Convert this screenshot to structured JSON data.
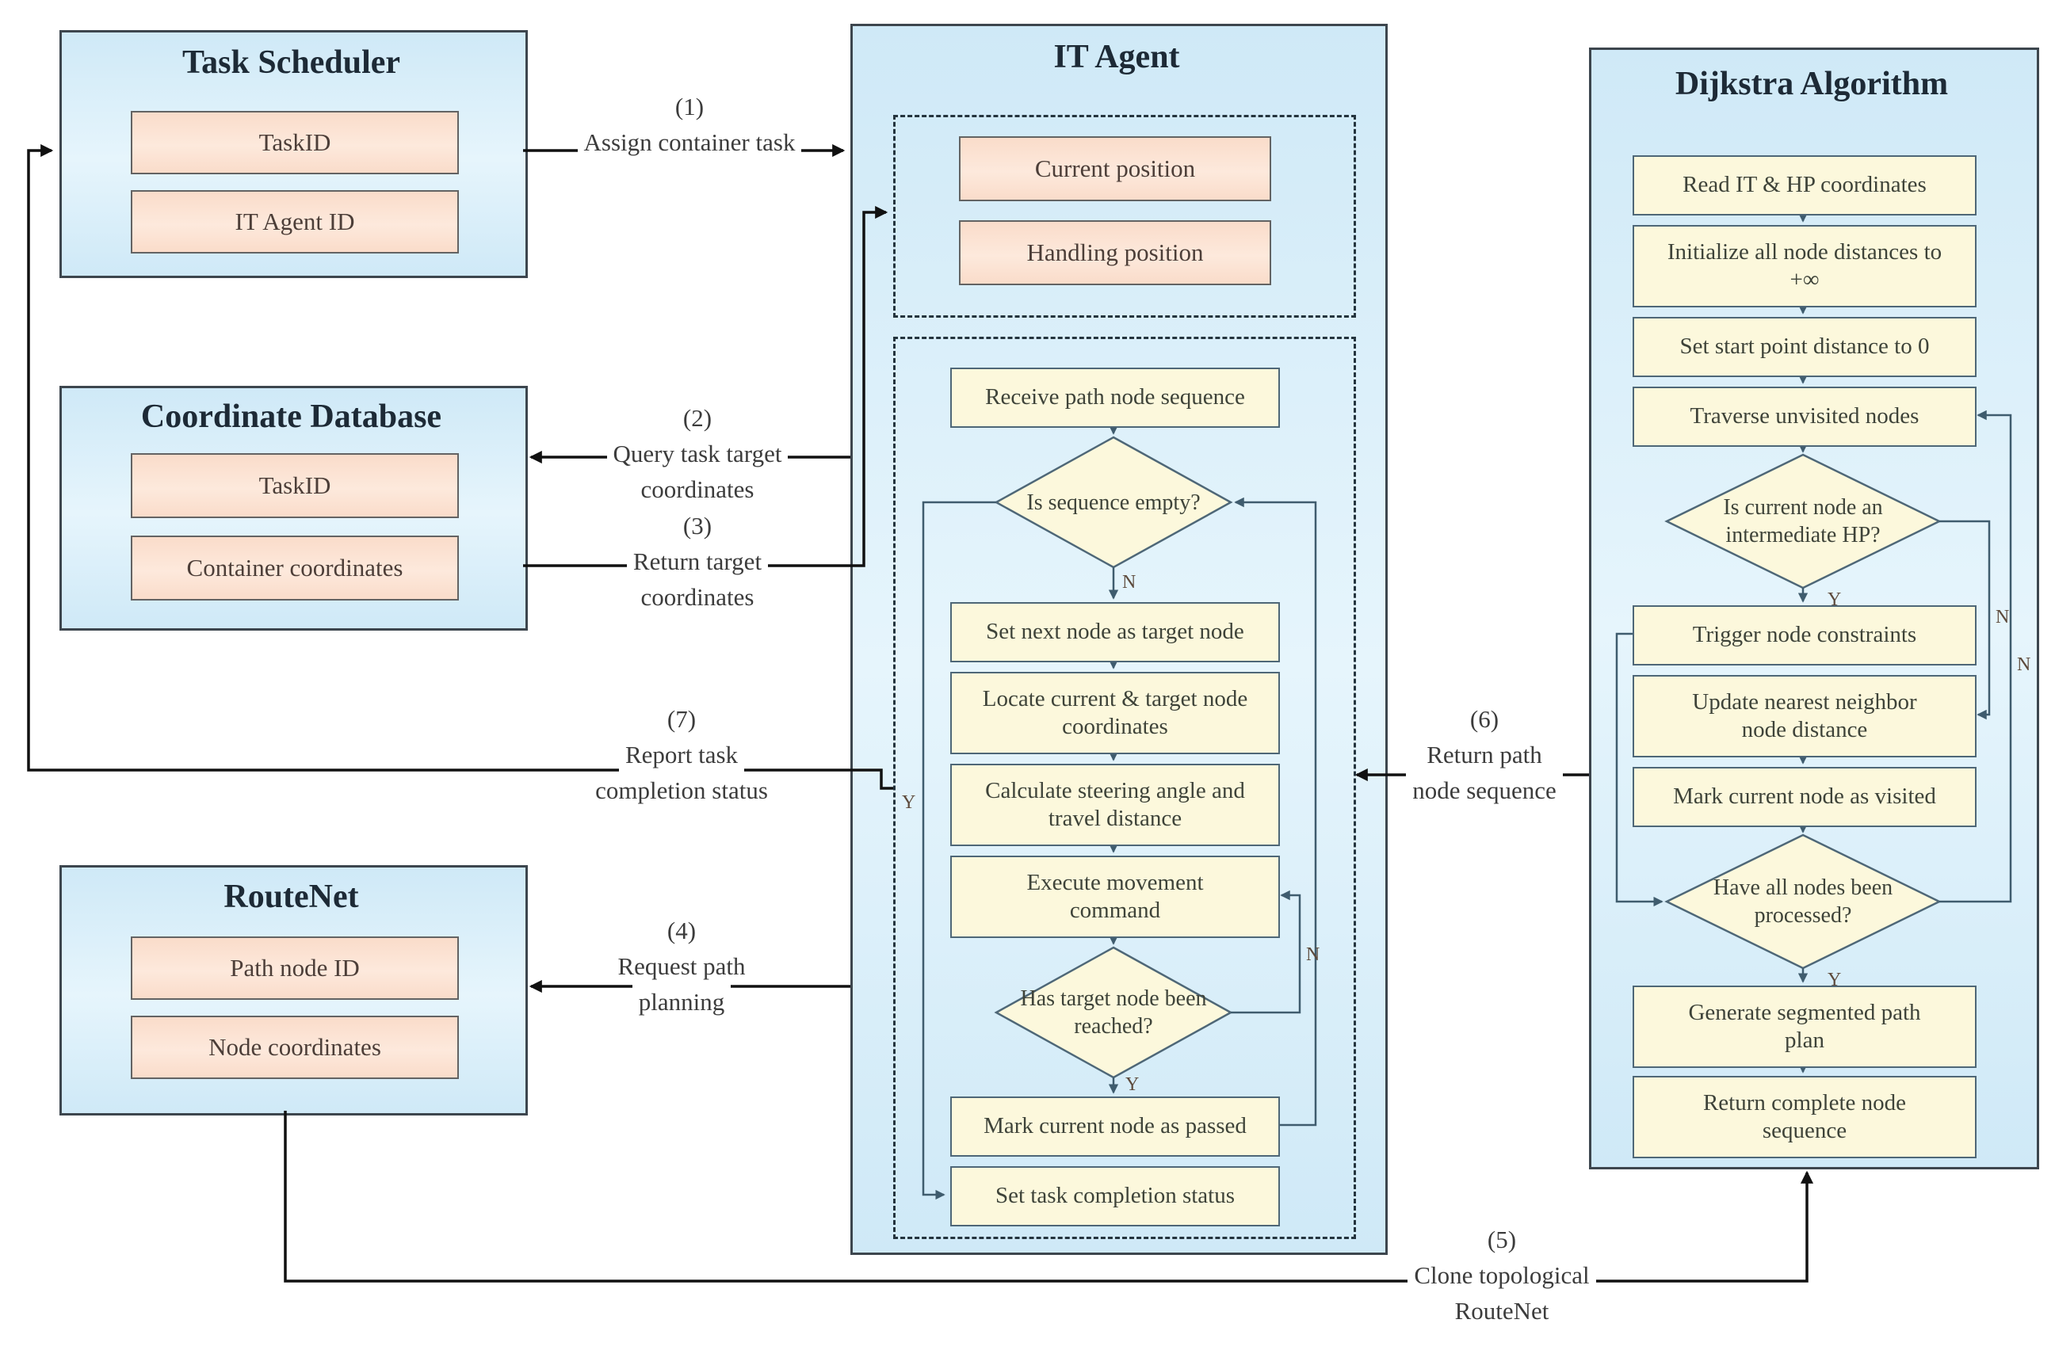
{
  "colors": {
    "entity_fill": "#d7eefa",
    "entity_border": "#3d464e",
    "attribute_fill": "#fbdfd2",
    "attribute_border": "#636363",
    "flow_fill": "#fcf8dc",
    "flow_border": "#4e6777",
    "inner_connector": "#3f5c6e",
    "outer_connector": "#111111",
    "title_text": "#1d2a36"
  },
  "entities": {
    "task_scheduler": {
      "title": "Task Scheduler",
      "field1": "TaskID",
      "field2": "IT Agent ID"
    },
    "coordinate_database": {
      "title": "Coordinate Database",
      "field1": "TaskID",
      "field2": "Container coordinates"
    },
    "routenet": {
      "title": "RouteNet",
      "field1": "Path node ID",
      "field2": "Node coordinates"
    },
    "it_agent": {
      "title": "IT Agent",
      "pos1": "Current position",
      "pos2": "Handling position",
      "receive": "Receive path node sequence",
      "dec_empty": "Is sequence empty?",
      "set_next": "Set next node as target node",
      "locate": "Locate current & target node coordinates",
      "calculate": "Calculate steering angle and travel distance",
      "execute": "Execute movement command",
      "dec_reached": "Has target node been reached?",
      "mark_passed": "Mark current node as passed",
      "set_status": "Set task completion status"
    },
    "dijkstra": {
      "title": "Dijkstra Algorithm",
      "read": "Read IT & HP coordinates",
      "init": "Initialize all node distances to +∞",
      "set_zero": "Set start point distance to 0",
      "traverse": "Traverse unvisited nodes",
      "dec_hp": "Is current node an intermediate HP?",
      "trigger": "Trigger node constraints",
      "update": "Update nearest neighbor node distance",
      "visited": "Mark current node as visited",
      "dec_done": "Have all nodes been processed?",
      "generate": "Generate segmented path plan",
      "ret": "Return complete node sequence"
    }
  },
  "messages": {
    "m1": {
      "num": "(1)",
      "l1": "Assign container task"
    },
    "m2": {
      "num": "(2)",
      "l1": "Query task target",
      "l2": "coordinates"
    },
    "m3": {
      "num": "(3)",
      "l1": "Return target",
      "l2": "coordinates"
    },
    "m4": {
      "num": "(4)",
      "l1": "Request path",
      "l2": "planning"
    },
    "m5": {
      "num": "(5)",
      "l1": "Clone topological",
      "l2": "RouteNet"
    },
    "m6": {
      "num": "(6)",
      "l1": "Return path",
      "l2": "node sequence"
    },
    "m7": {
      "num": "(7)",
      "l1": "Report task",
      "l2": "completion status"
    }
  },
  "branch_labels": {
    "yes": "Y",
    "no": "N"
  }
}
